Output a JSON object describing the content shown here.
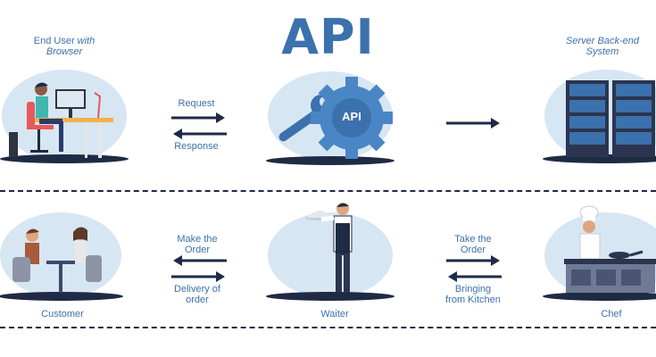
{
  "title": "API",
  "top_row": {
    "client": {
      "label_plain": "End User",
      "label_italic_1": "with",
      "label_italic_2": "Browser"
    },
    "request_label": "Request",
    "response_label": "Response",
    "api_badge": "API",
    "server": {
      "label_italic_1": "Server",
      "label_italic_2": "Back-end",
      "label_italic_3": "System"
    }
  },
  "bottom_row": {
    "customer_label": "Customer",
    "make_order_label_1": "Make the",
    "make_order_label_2": "Order",
    "delivery_label_1": "Delivery of",
    "delivery_label_2": "order",
    "waiter_label": "Waiter",
    "take_order_label_1": "Take the",
    "take_order_label_2": "Order",
    "bringing_label_1": "Bringing",
    "bringing_label_2": "from Kitchen",
    "chef_label": "Chef"
  },
  "colors": {
    "brand_blue": "#3b71ad",
    "dark_navy": "#1f2a44",
    "blob_blue": "#d7e6f3",
    "gear_blue": "#4a86c5"
  }
}
